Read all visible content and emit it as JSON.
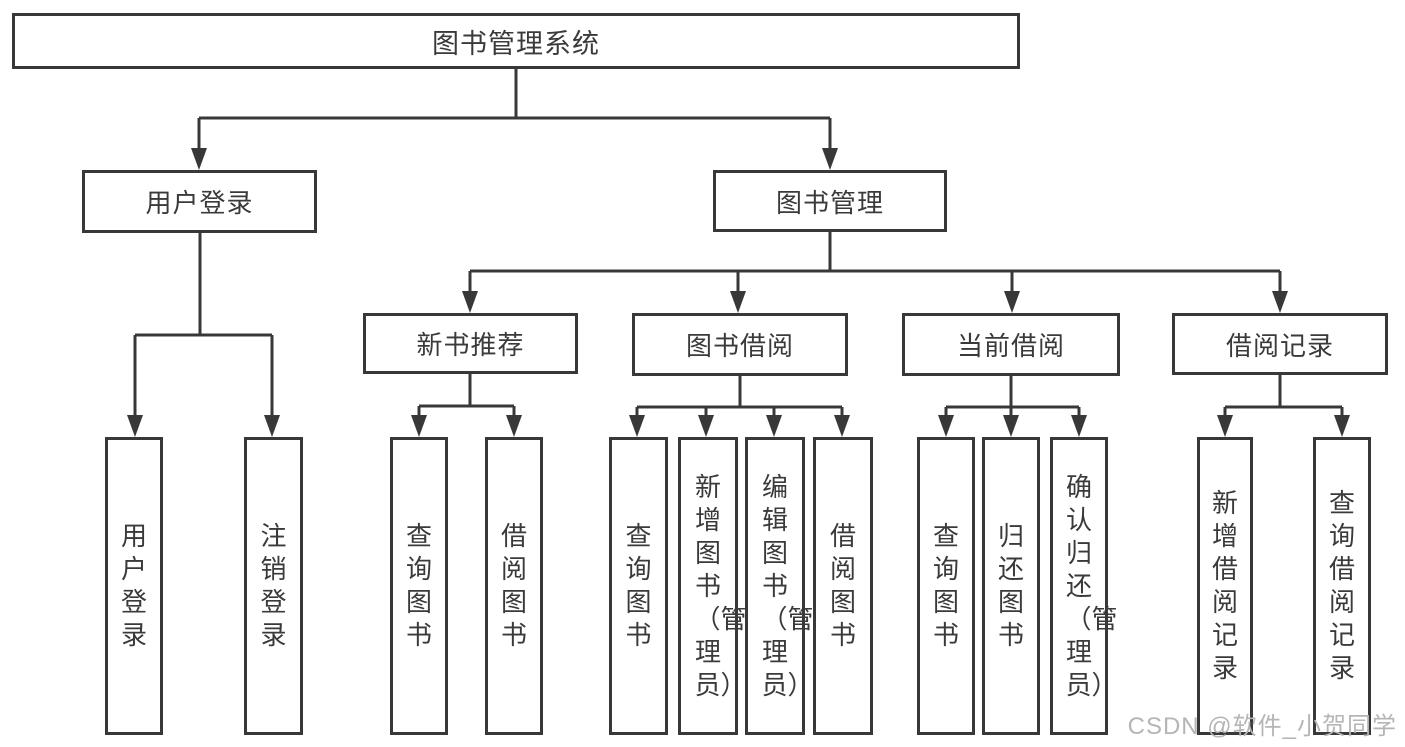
{
  "diagram": {
    "root": "图书管理系统",
    "user_login": {
      "label": "用户登录",
      "leaves": [
        "用户登录",
        "注销登录"
      ]
    },
    "book_mgmt": {
      "label": "图书管理"
    },
    "new_books": {
      "label": "新书推荐",
      "leaves": [
        "查询图书",
        "借阅图书"
      ]
    },
    "borrow": {
      "label": "图书借阅",
      "leaves": [
        "查询图书",
        "新增图书（管理员）",
        "编辑图书（管理员）",
        "借阅图书"
      ]
    },
    "current": {
      "label": "当前借阅",
      "leaves": [
        "查询图书",
        "归还图书",
        "确认归还（管理员）"
      ]
    },
    "records": {
      "label": "借阅记录",
      "leaves": [
        "新增借阅记录",
        "查询借阅记录"
      ]
    }
  },
  "watermark": {
    "text": "CSDN @软件_小贺同学"
  },
  "colors": {
    "line": "#383838",
    "text": "#3a3a3a",
    "background": "#ffffff",
    "watermark": "#b5b5b5"
  }
}
